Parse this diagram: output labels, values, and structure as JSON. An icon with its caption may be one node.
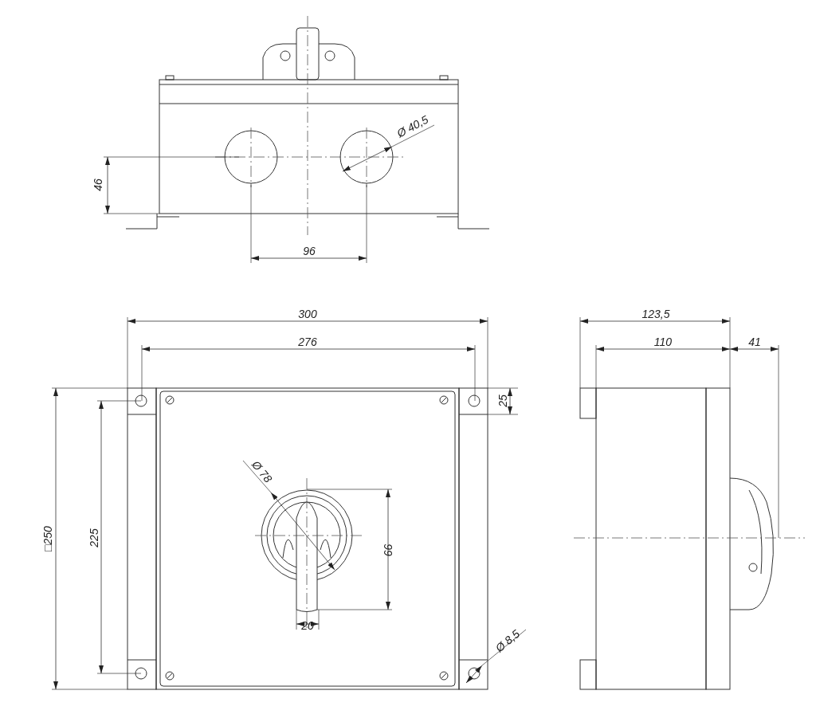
{
  "diagram": {
    "labels": [
      "Ø 40,5",
      "46",
      "96",
      "300",
      "123,5",
      "276",
      "110",
      "41",
      "25",
      "Ø 78",
      "□250",
      "225",
      "99",
      "20",
      "Ø 8,5"
    ]
  }
}
